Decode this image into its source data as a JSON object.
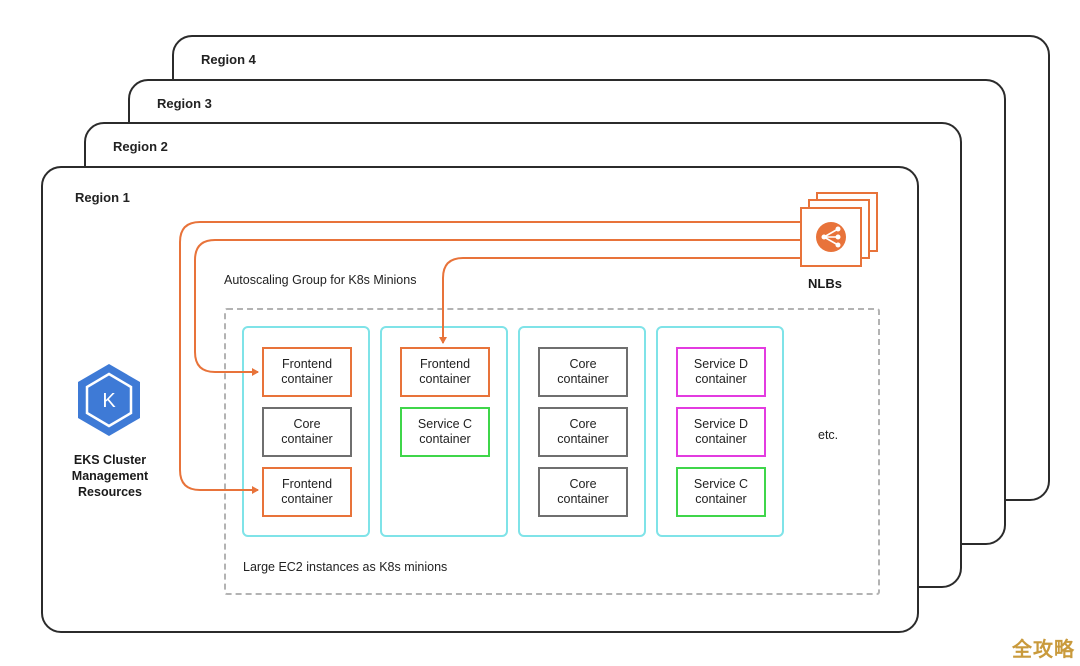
{
  "regions": [
    "Region 4",
    "Region 3",
    "Region 2",
    "Region 1"
  ],
  "asg_label": "Autoscaling Group for K8s Minions",
  "ec2_label": "Large EC2 instances as K8s minions",
  "eks_label": "EKS Cluster\nManagement\nResources",
  "nlb_label": "NLBs",
  "etc_label": "etc.",
  "instances": [
    {
      "containers": [
        {
          "label": "Frontend\ncontainer",
          "kind": "frontend"
        },
        {
          "label": "Core\ncontainer",
          "kind": "core"
        },
        {
          "label": "Frontend\ncontainer",
          "kind": "frontend"
        }
      ]
    },
    {
      "containers": [
        {
          "label": "Frontend\ncontainer",
          "kind": "frontend"
        },
        {
          "label": "Service C\ncontainer",
          "kind": "service-c"
        }
      ]
    },
    {
      "containers": [
        {
          "label": "Core\ncontainer",
          "kind": "core"
        },
        {
          "label": "Core\ncontainer",
          "kind": "core"
        },
        {
          "label": "Core\ncontainer",
          "kind": "core"
        }
      ]
    },
    {
      "containers": [
        {
          "label": "Service D\ncontainer",
          "kind": "service-d"
        },
        {
          "label": "Service D\ncontainer",
          "kind": "service-d"
        },
        {
          "label": "Service C\ncontainer",
          "kind": "service-c"
        }
      ]
    }
  ],
  "watermark": "全攻略",
  "colors": {
    "orange": "#e8733a",
    "cyan": "#7fe3e8",
    "green": "#3fd64a",
    "magenta": "#e33be0",
    "grey": "#6f6f6f",
    "k8s_blue": "#3e7ad6"
  }
}
